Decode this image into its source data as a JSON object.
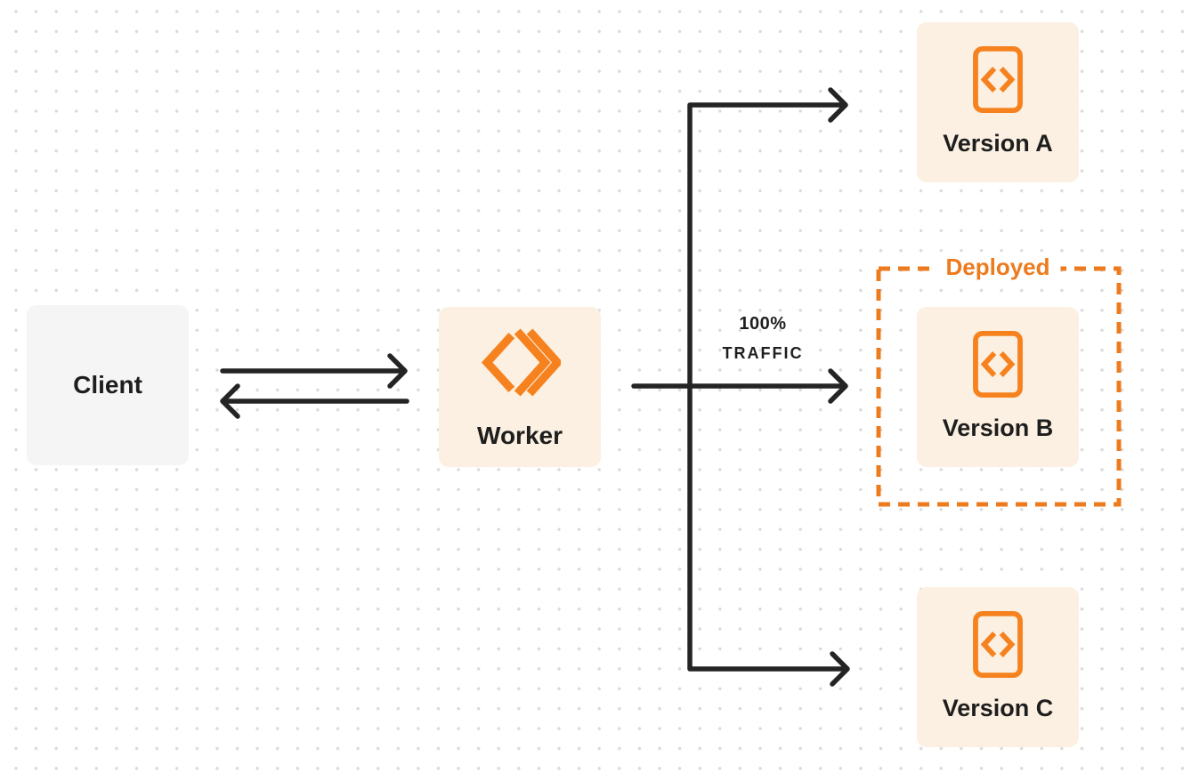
{
  "diagram": {
    "title": "worker-versions-traffic-routing",
    "nodes": {
      "client": {
        "label": "Client"
      },
      "worker": {
        "label": "Worker"
      },
      "version_a": {
        "label": "Version A"
      },
      "version_b": {
        "label": "Version B"
      },
      "version_c": {
        "label": "Version C"
      }
    },
    "annotations": {
      "deployed": {
        "label": "Deployed"
      },
      "traffic": {
        "line1": "100%",
        "line2": "TRAFFIC"
      }
    },
    "edges": [
      {
        "from": "client",
        "to": "worker",
        "direction": "both",
        "label": ""
      },
      {
        "from": "worker",
        "to": "version_a",
        "direction": "forward",
        "label": ""
      },
      {
        "from": "worker",
        "to": "version_b",
        "direction": "forward",
        "label": "100% TRAFFIC"
      },
      {
        "from": "worker",
        "to": "version_c",
        "direction": "forward",
        "label": ""
      }
    ],
    "icons": {
      "worker_icon": "workers-logo-icon",
      "version_icon": "code-file-icon"
    },
    "colors": {
      "icon_orange": "#f6821f",
      "deployed_orange": "#ed7b1e",
      "arrow_dark": "#242424",
      "node_cream_bg": "#fbf0e1",
      "client_gray_bg": "#f5f5f6",
      "dot_grid": "#dadada",
      "text_dark": "#1e1e1e"
    }
  }
}
